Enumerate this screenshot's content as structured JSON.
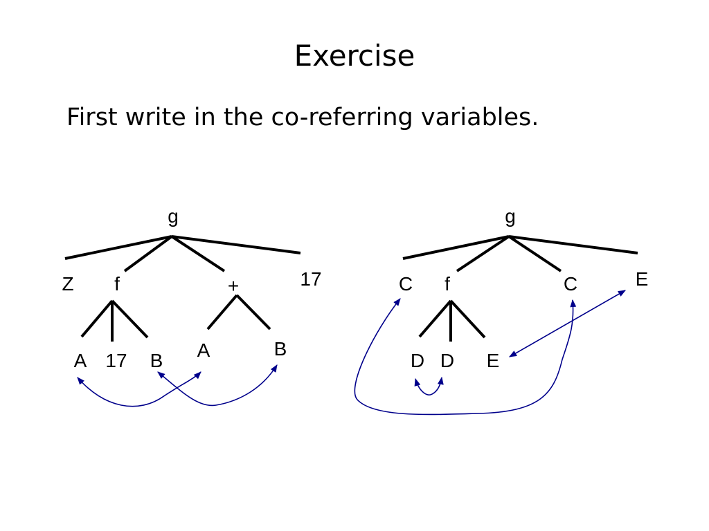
{
  "slide": {
    "title": "Exercise",
    "instruction": "First write in the co-referring variables."
  },
  "colors": {
    "tree_edges": "#000000",
    "coreference_links": "#00008b"
  },
  "trees": {
    "left": {
      "root": "g",
      "children": [
        {
          "label": "Z",
          "children": []
        },
        {
          "label": "f",
          "children": [
            {
              "label": "A"
            },
            {
              "label": "17"
            },
            {
              "label": "B"
            }
          ]
        },
        {
          "label": "+",
          "children": [
            {
              "label": "A"
            },
            {
              "label": "B"
            }
          ]
        },
        {
          "label": "17",
          "children": []
        }
      ]
    },
    "right": {
      "root": "g",
      "children": [
        {
          "label": "C",
          "children": []
        },
        {
          "label": "f",
          "children": [
            {
              "label": "D"
            },
            {
              "label": "D"
            },
            {
              "label": "E"
            }
          ]
        },
        {
          "label": "C",
          "children": []
        },
        {
          "label": "E",
          "children": []
        }
      ]
    }
  },
  "coreference_links": [
    {
      "tree": "left",
      "from": "f.A",
      "to": "+.A"
    },
    {
      "tree": "left",
      "from": "f.B",
      "to": "+.B"
    },
    {
      "tree": "right",
      "from": "f.D1",
      "to": "f.D2"
    },
    {
      "tree": "right",
      "from": "f.E",
      "to": "E"
    },
    {
      "tree": "right",
      "from": "C1",
      "to": "C2"
    }
  ]
}
